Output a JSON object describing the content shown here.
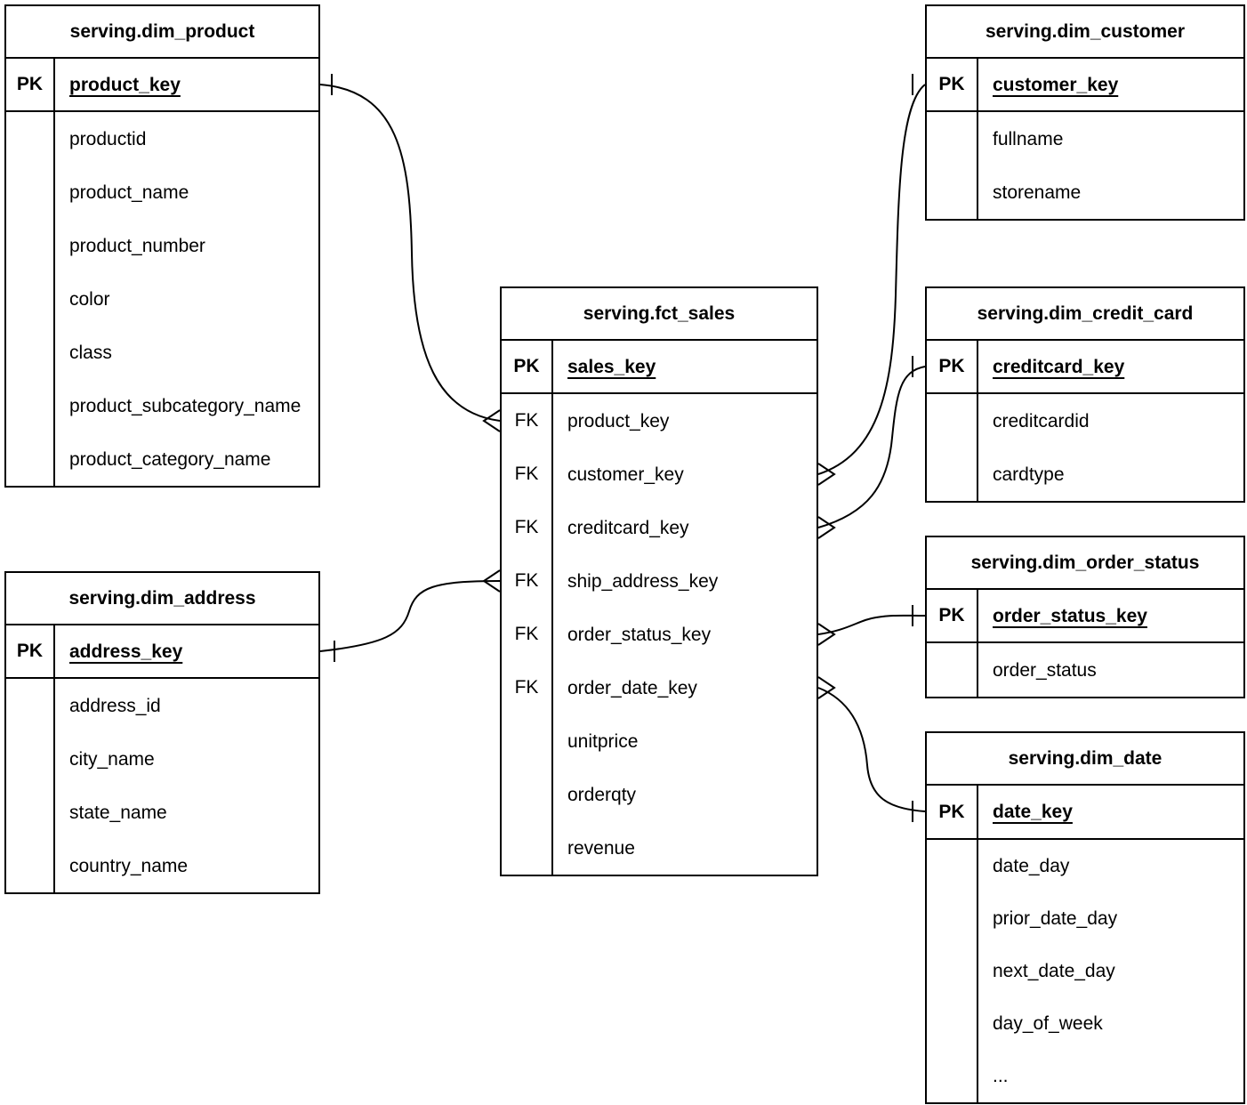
{
  "style": {
    "background": "#ffffff",
    "line_color": "#000000",
    "text_color": "#000000"
  },
  "tables": {
    "dim_product": {
      "title": "serving.dim_product",
      "pk": {
        "tag": "PK",
        "name": "product_key"
      },
      "fields": [
        {
          "tag": "",
          "name": "productid"
        },
        {
          "tag": "",
          "name": "product_name"
        },
        {
          "tag": "",
          "name": "product_number"
        },
        {
          "tag": "",
          "name": "color"
        },
        {
          "tag": "",
          "name": "class"
        },
        {
          "tag": "",
          "name": "product_subcategory_name"
        },
        {
          "tag": "",
          "name": "product_category_name"
        }
      ]
    },
    "dim_customer": {
      "title": "serving.dim_customer",
      "pk": {
        "tag": "PK",
        "name": "customer_key"
      },
      "fields": [
        {
          "tag": "",
          "name": "fullname"
        },
        {
          "tag": "",
          "name": "storename"
        }
      ]
    },
    "fct_sales": {
      "title": "serving.fct_sales",
      "pk": {
        "tag": "PK",
        "name": "sales_key"
      },
      "fields": [
        {
          "tag": "FK",
          "name": "product_key"
        },
        {
          "tag": "FK",
          "name": "customer_key"
        },
        {
          "tag": "FK",
          "name": "creditcard_key"
        },
        {
          "tag": "FK",
          "name": "ship_address_key"
        },
        {
          "tag": "FK",
          "name": "order_status_key"
        },
        {
          "tag": "FK",
          "name": "order_date_key"
        },
        {
          "tag": "",
          "name": "unitprice"
        },
        {
          "tag": "",
          "name": "orderqty"
        },
        {
          "tag": "",
          "name": "revenue"
        }
      ]
    },
    "dim_credit_card": {
      "title": "serving.dim_credit_card",
      "pk": {
        "tag": "PK",
        "name": "creditcard_key"
      },
      "fields": [
        {
          "tag": "",
          "name": "creditcardid"
        },
        {
          "tag": "",
          "name": "cardtype"
        }
      ]
    },
    "dim_order_status": {
      "title": "serving.dim_order_status",
      "pk": {
        "tag": "PK",
        "name": "order_status_key"
      },
      "fields": [
        {
          "tag": "",
          "name": "order_status"
        }
      ]
    },
    "dim_date": {
      "title": "serving.dim_date",
      "pk": {
        "tag": "PK",
        "name": "date_key"
      },
      "fields": [
        {
          "tag": "",
          "name": "date_day"
        },
        {
          "tag": "",
          "name": "prior_date_day"
        },
        {
          "tag": "",
          "name": "next_date_day"
        },
        {
          "tag": "",
          "name": "day_of_week"
        },
        {
          "tag": "",
          "name": "..."
        }
      ]
    },
    "dim_address": {
      "title": "serving.dim_address",
      "pk": {
        "tag": "PK",
        "name": "address_key"
      },
      "fields": [
        {
          "tag": "",
          "name": "address_id"
        },
        {
          "tag": "",
          "name": "city_name"
        },
        {
          "tag": "",
          "name": "state_name"
        },
        {
          "tag": "",
          "name": "country_name"
        }
      ]
    }
  },
  "relationships": [
    {
      "from": "serving.fct_sales.product_key",
      "to": "serving.dim_product.product_key",
      "from_cardinality": "many",
      "to_cardinality": "one"
    },
    {
      "from": "serving.fct_sales.customer_key",
      "to": "serving.dim_customer.customer_key",
      "from_cardinality": "many",
      "to_cardinality": "one"
    },
    {
      "from": "serving.fct_sales.creditcard_key",
      "to": "serving.dim_credit_card.creditcard_key",
      "from_cardinality": "many",
      "to_cardinality": "one"
    },
    {
      "from": "serving.fct_sales.ship_address_key",
      "to": "serving.dim_address.address_key",
      "from_cardinality": "many",
      "to_cardinality": "one"
    },
    {
      "from": "serving.fct_sales.order_status_key",
      "to": "serving.dim_order_status.order_status_key",
      "from_cardinality": "many",
      "to_cardinality": "one"
    },
    {
      "from": "serving.fct_sales.order_date_key",
      "to": "serving.dim_date.date_key",
      "from_cardinality": "many",
      "to_cardinality": "one"
    }
  ]
}
